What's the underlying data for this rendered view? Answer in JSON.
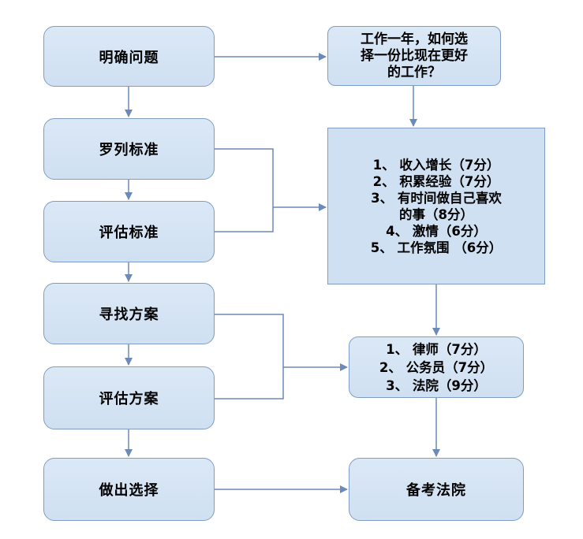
{
  "left_steps": [
    "明确问题",
    "罗列标准",
    "评估标准",
    "寻找方案",
    "评估方案",
    "做出选择"
  ],
  "question": [
    "工作一年，如何选",
    "择一份比现在更好",
    "的工作？"
  ],
  "criteria": [
    "1、 收入增长（7分）",
    "2、 积累经验（7分）",
    "3、 有时间做自己喜欢",
    "的事（8分）",
    "4、 激情（6分）",
    "5、 工作氛围 （6分）"
  ],
  "options": [
    "1、 律师（7分）",
    "2、 公务员（7分）",
    "3、 法院（9分）"
  ],
  "decision": "备考法院",
  "colors": {
    "fill": "#cfe0f2",
    "border": "#7f9dc2",
    "arrow": "#6b8ab8"
  }
}
